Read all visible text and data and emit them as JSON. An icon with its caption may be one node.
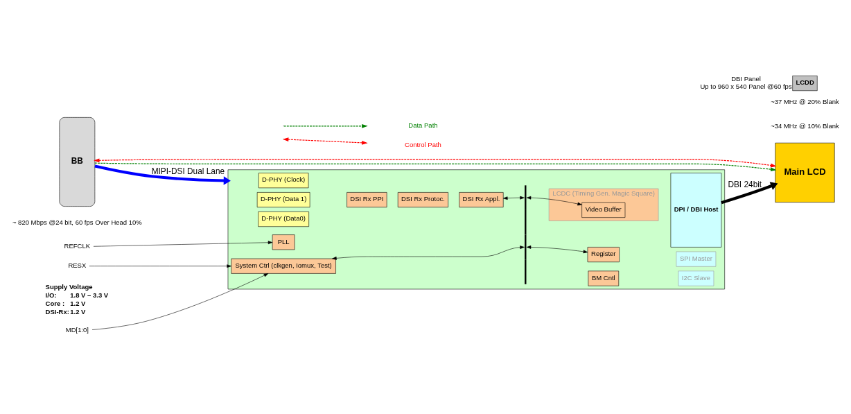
{
  "diagram": {
    "nodes": [
      {
        "text": [
          "BB"
        ]
      },
      {
        "text": [],
        "shape": "box"
      },
      {
        "text": [
          "D-PHY (Clock)"
        ],
        "in": 1
      },
      {
        "text": [
          "D-PHY (Data 1)"
        ],
        "in": 1
      },
      {
        "text": [
          "D-PHY (Data0)"
        ],
        "in": 1
      },
      {
        "text": [
          "DSI Rx PPI"
        ],
        "in": 1
      },
      {
        "text": [
          "DSI Rx Protoc."
        ],
        "in": 1
      },
      {
        "text": [
          "DSI Rx Appl."
        ],
        "in": 1
      },
      {
        "text": [],
        "shape": "bar",
        "in": 1
      },
      {
        "text": [
          "LCDC (Timing Gen. Magic Square)"
        ],
        "in": 1
      },
      {
        "text": [
          "Video Buffer"
        ],
        "in": 9
      },
      {
        "text": [
          "DPI / DBI Host"
        ],
        "in": 1
      },
      {
        "text": [
          "PLL"
        ],
        "in": 1
      },
      {
        "text": [
          "System Ctrl (clkgen, Iomux, Test)"
        ],
        "in": 1
      },
      {
        "text": [
          "Register"
        ],
        "in": 1
      },
      {
        "text": [
          "BM Cntl"
        ],
        "in": 1
      },
      {
        "text": [
          "SPI Master"
        ],
        "in": 1
      },
      {
        "text": [
          "I2C Slave"
        ],
        "in": 1
      },
      {
        "text": [
          "Main LCD"
        ]
      },
      {
        "text": [
          "LCDD"
        ],
        "beside": [
          "DBI Panel",
          "Up to 960 x 540 Panel @60 fps"
        ]
      },
      {
        "text": [
          "REFCLK"
        ]
      },
      {
        "text": [
          "MD[1:0]"
        ]
      },
      {
        "text": [
          "RESX"
        ]
      }
    ],
    "edges": [
      {
        "from": 0,
        "to": 1,
        "arrow": "to",
        "label": "MIPI-DSI Dual Lane",
        "style": "thick",
        "color": "#0000ff"
      },
      {
        "from": 0,
        "to": 18,
        "arrow": "to",
        "style": "dashed",
        "color": "#008000"
      },
      {
        "from": 0,
        "to": 18,
        "arrow": "both",
        "style": "dashed",
        "color": "#ff0000"
      },
      {
        "from": 7,
        "to": 8,
        "arrow": "both"
      },
      {
        "from": 8,
        "to": 10,
        "arrow": "both"
      },
      {
        "from": 13,
        "to": 8,
        "arrow": "both"
      },
      {
        "from": 8,
        "to": 14,
        "arrow": "both"
      },
      {
        "from": 11,
        "to": 18,
        "arrow": "to",
        "label": "DBI 24bit",
        "style": "thick"
      },
      {
        "from": 20,
        "to": 12,
        "arrow": "to"
      },
      {
        "from": 21,
        "to": 13,
        "arrow": "to"
      },
      {
        "from": 22,
        "to": 13,
        "arrow": "to"
      }
    ],
    "labels": [
      "~ 820 Mbps @24 bit, 60 fps Over Head 10%",
      "~37 MHz @ 20% Blank",
      "~34 MHz @ 10% Blank",
      "Supply Voltage",
      "I/O:",
      "1.8 V – 3.3 V",
      "Core :",
      "1.2 V",
      "DSI-Rx:",
      "1.2 V"
    ],
    "legend": [
      {
        "text": "Data Path"
      },
      {
        "text": "Control Path"
      }
    ]
  }
}
